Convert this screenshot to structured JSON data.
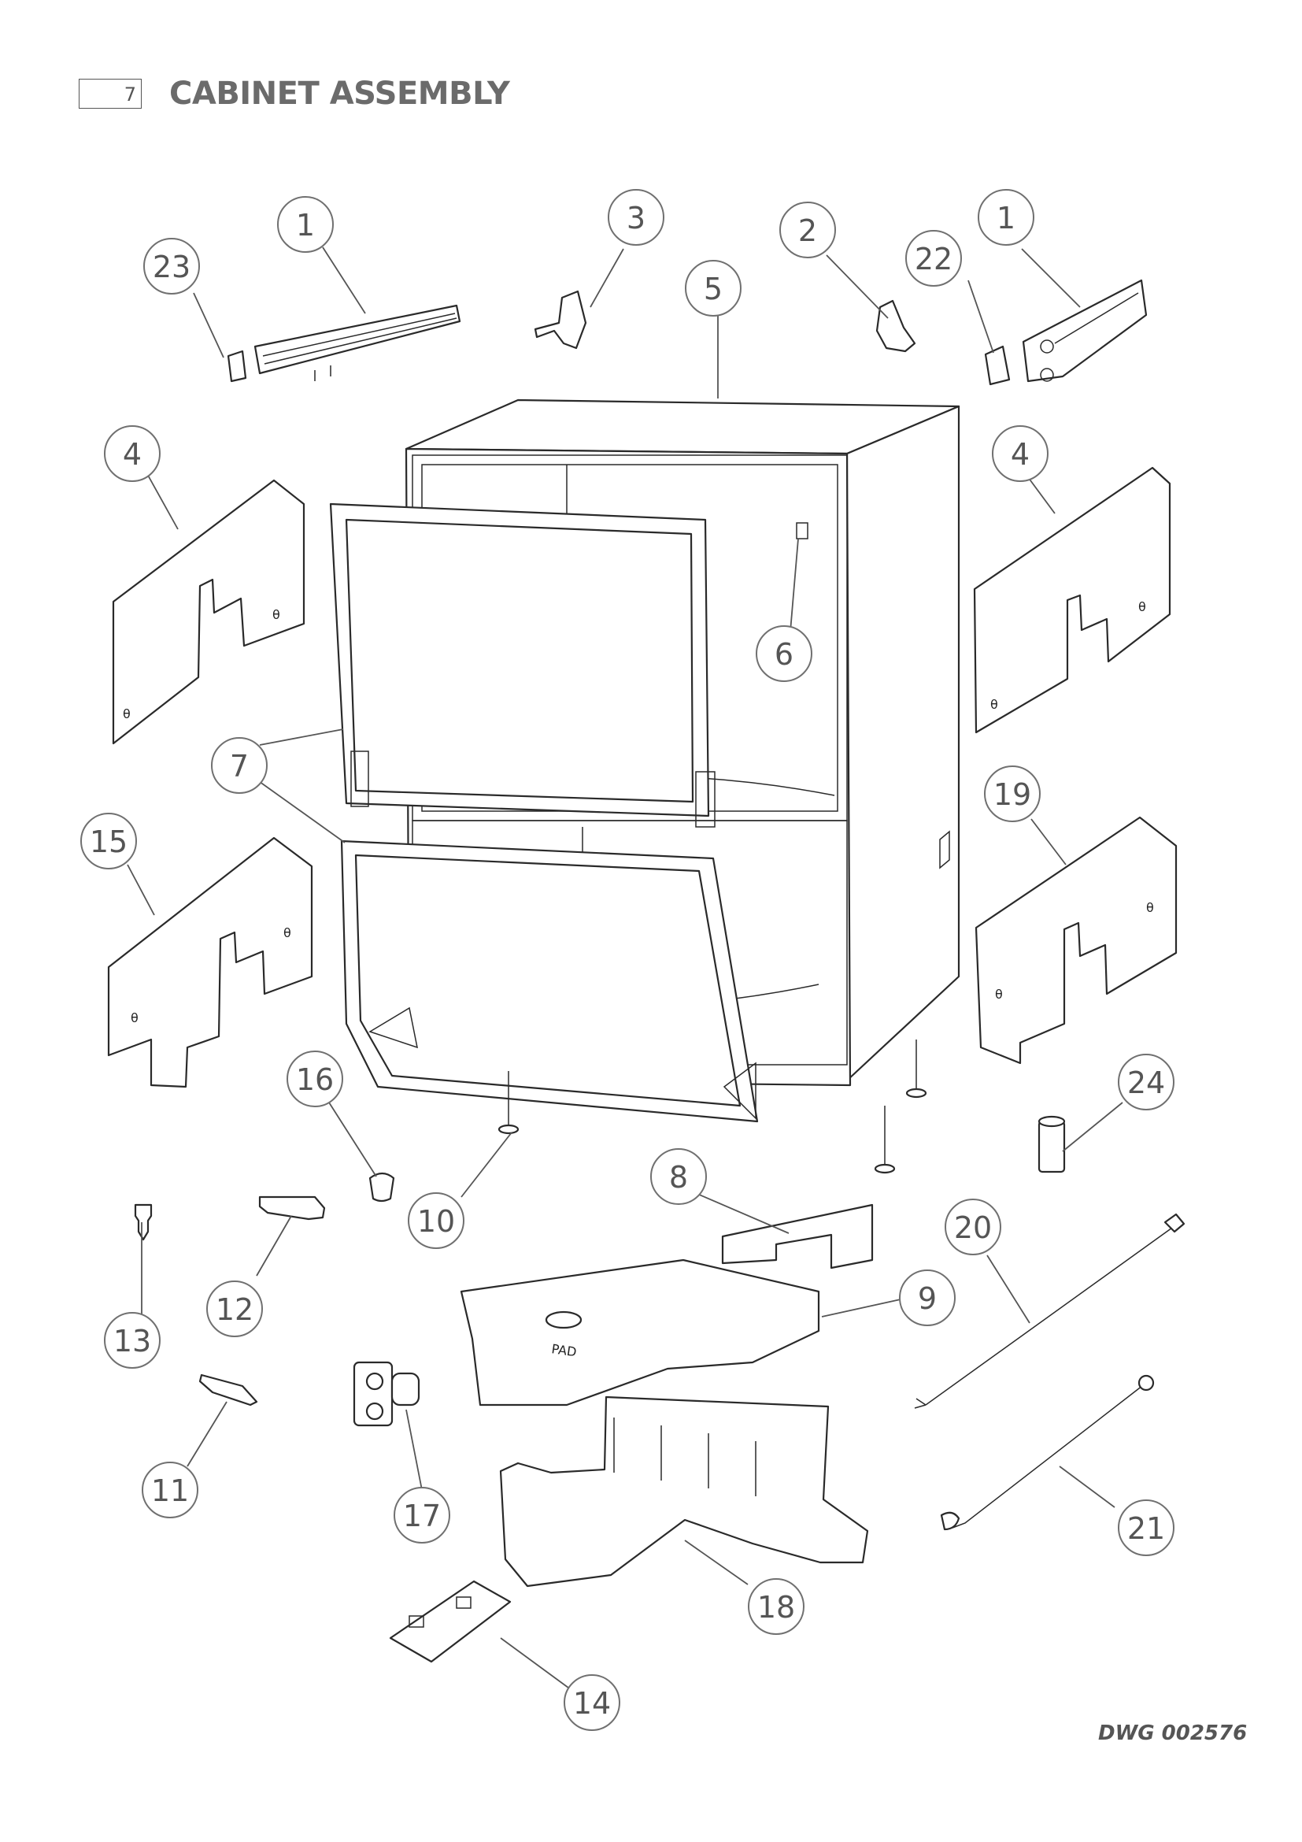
{
  "header": {
    "section_number": "7",
    "title": "CABINET ASSEMBLY"
  },
  "footer": {
    "drawing_number": "DWG 002576"
  },
  "callouts": [
    "1",
    "23",
    "3",
    "5",
    "2",
    "22",
    "1",
    "4",
    "4",
    "6",
    "7",
    "15",
    "19",
    "16",
    "24",
    "10",
    "8",
    "13",
    "12",
    "9",
    "20",
    "11",
    "17",
    "21",
    "18",
    "14"
  ]
}
